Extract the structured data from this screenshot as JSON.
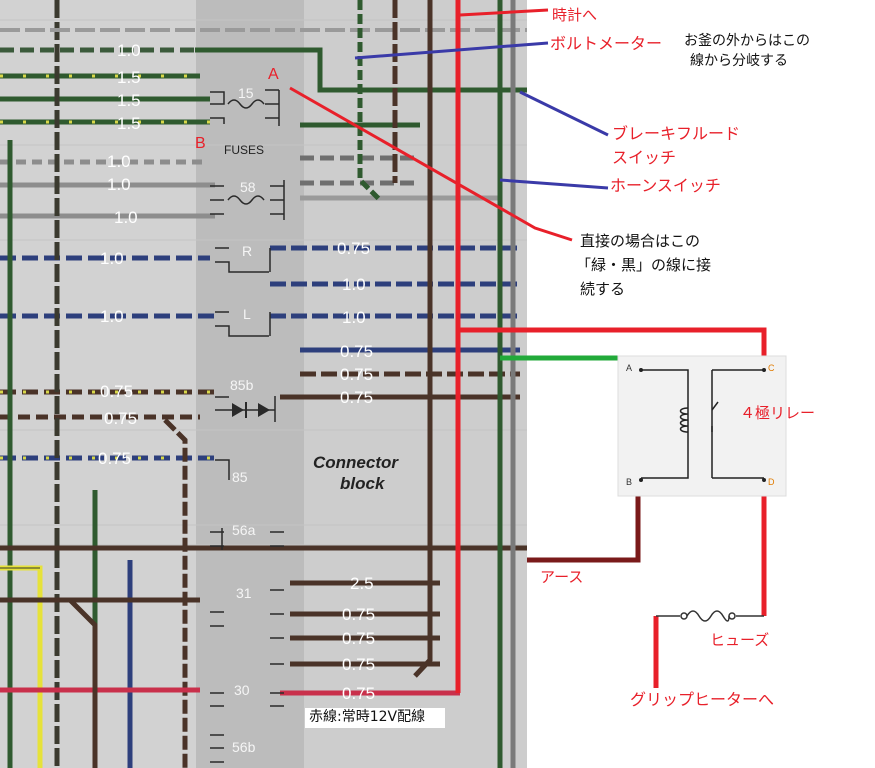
{
  "diagram": {
    "wire_labels_left": [
      "1.0",
      "1.5",
      "1.5",
      "1.5",
      "1.0",
      "1.0",
      "1.0",
      "1.0",
      "1.0",
      "0.75",
      "0.75",
      "0.75"
    ],
    "wire_labels_right": [
      "0.75",
      "1.0",
      "1.0",
      "0.75",
      "0.75",
      "0.75",
      "2.5",
      "0.75",
      "0.75",
      "0.75",
      "0.75"
    ],
    "terminals": {
      "fuse_15": "15",
      "fuse_58": "58",
      "fuses_caption": "FUSES",
      "r": "R",
      "l": "L",
      "t85b": "85b",
      "t85": "85",
      "t56a": "56a",
      "t31": "31",
      "t30": "30",
      "t56b": "56b"
    },
    "connector_block": [
      "Connector",
      "block"
    ],
    "point_a": "A",
    "point_b": "B"
  },
  "annotations": {
    "clock": "時計へ",
    "voltmeter": "ボルトメーター",
    "voltmeter_note": [
      "お釜の外からはこの",
      "線から分岐する"
    ],
    "brake_switch": [
      "ブレーキフルード",
      "スイッチ"
    ],
    "horn_switch": "ホーンスイッチ",
    "direct_note": [
      "直接の場合はこの",
      "「緑・黒」の線に接",
      "続する"
    ],
    "relay": "４極リレー",
    "earth": "アース",
    "fuse": "ヒューズ",
    "grip_heater": "グリップヒーターへ",
    "red_line_note": "赤線:常時12V配線"
  },
  "relay_box": {
    "pin_a": "A",
    "pin_b": "B",
    "pin_c": "C",
    "pin_d": "D"
  },
  "colors": {
    "paper": "#d2d2d2",
    "panel": "#b9b9b9",
    "wire_green": "#2f5a2f",
    "wire_brown": "#4a3328",
    "wire_blue": "#2d3f7c",
    "wire_red": "#e8202a",
    "wire_yellow": "#e6e23a",
    "wire_grey": "#9a9a9a",
    "annotation_red": "#e8202a",
    "annotation_blue": "#3a3aa8",
    "annotation_green": "#22aa3a"
  }
}
